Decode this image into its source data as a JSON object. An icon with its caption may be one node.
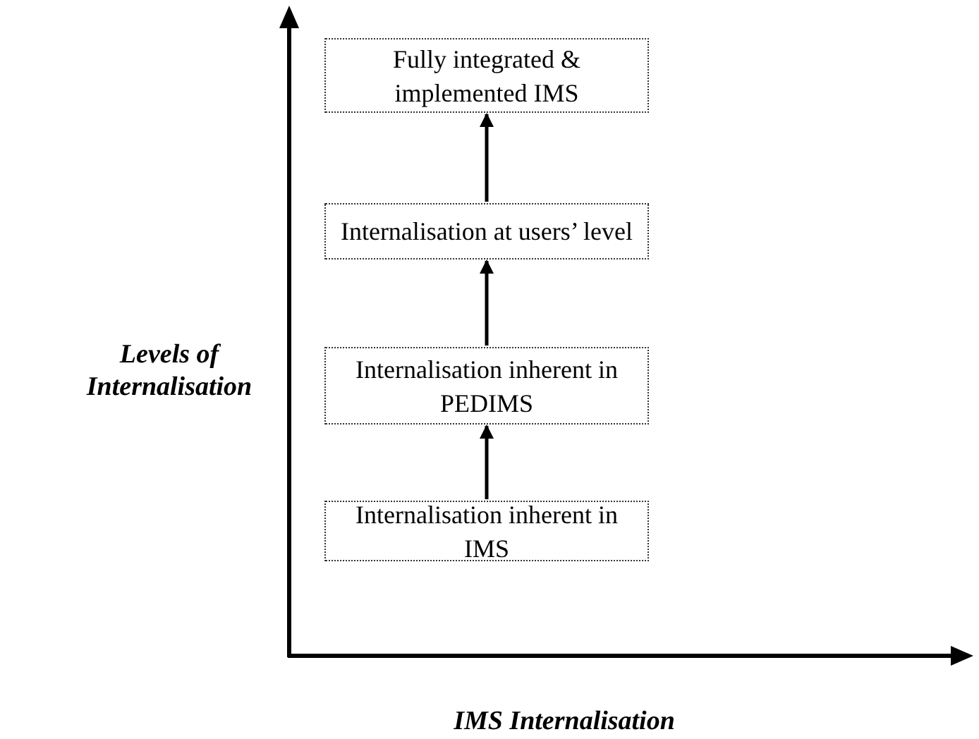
{
  "diagram": {
    "nodes": [
      {
        "text": [
          "Fully integrated & implemented IMS"
        ]
      },
      {
        "text": [
          "Internalisation at users’ level"
        ]
      },
      {
        "text": [
          "Internalisation inherent in PEDIMS"
        ]
      },
      {
        "text": [
          "Internalisation inherent in IMS"
        ]
      }
    ],
    "edges": [
      {
        "from": 3,
        "to": 2,
        "arrow": "to"
      },
      {
        "from": 2,
        "to": 1,
        "arrow": "to"
      },
      {
        "from": 1,
        "to": 0,
        "arrow": "to"
      }
    ],
    "labels": [
      "Levels of Internalisation",
      "IMS Internalisation"
    ]
  }
}
